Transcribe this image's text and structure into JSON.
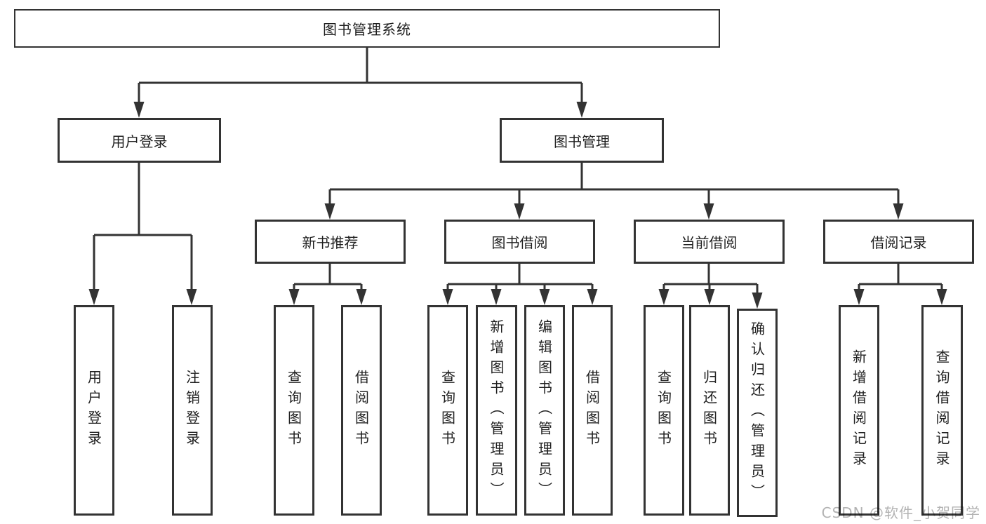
{
  "page": {
    "background": "#ffffff"
  },
  "colors": {
    "line": "#333333",
    "box_border": "#333333",
    "text": "#1f1f1f",
    "watermark": "#b3b3b3"
  },
  "tree": {
    "root": {
      "label": "图书管理系统"
    },
    "branches": [
      {
        "label": "用户登录",
        "children": [
          {
            "label": "用户登录"
          },
          {
            "label": "注销登录"
          }
        ]
      },
      {
        "label": "图书管理",
        "children": [
          {
            "label": "新书推荐",
            "children": [
              {
                "label": "查询图书"
              },
              {
                "label": "借阅图书"
              }
            ]
          },
          {
            "label": "图书借阅",
            "children": [
              {
                "label": "查询图书"
              },
              {
                "label": "新增图书（管理员）"
              },
              {
                "label": "编辑图书（管理员）"
              },
              {
                "label": "借阅图书"
              }
            ]
          },
          {
            "label": "当前借阅",
            "children": [
              {
                "label": "查询图书"
              },
              {
                "label": "归还图书"
              },
              {
                "label": "确认归还（管理员）"
              }
            ]
          },
          {
            "label": "借阅记录",
            "children": [
              {
                "label": "新增借阅记录"
              },
              {
                "label": "查询借阅记录"
              }
            ]
          }
        ]
      }
    ]
  },
  "watermark": "CSDN @软件_小贺同学"
}
